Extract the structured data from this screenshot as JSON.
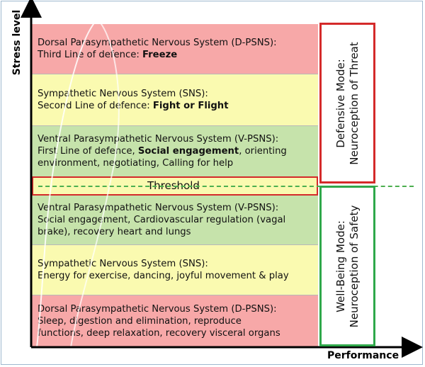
{
  "axes": {
    "y_label": "Stress level",
    "x_label": "Performance"
  },
  "bands": [
    {
      "line1": "Dorsal Parasympathetic Nervous System (D-PSNS):",
      "line2_prefix": "Third Line of defence: ",
      "line2_bold": "Freeze",
      "line2_suffix": "",
      "line3": "",
      "color": "#f7a8a8"
    },
    {
      "line1": "Sympathetic Nervous System (SNS):",
      "line2_prefix": "Second Line of defence: ",
      "line2_bold": "Fight or Flight",
      "line2_suffix": "",
      "line3": "",
      "color": "#fafab0"
    },
    {
      "line1": "Ventral Parasympathetic Nervous System (V-PSNS):",
      "line2_prefix": "First Line of defence, ",
      "line2_bold": "Social engagement",
      "line2_suffix": ", orienting",
      "line3": "environment, negotiating, Calling for help",
      "color": "#c6e3ab"
    },
    {
      "line1": "Ventral Parasympathetic Nervous System (V-PSNS):",
      "line2": "Social engagement, Cardiovascular regulation (vagal",
      "line3": "brake), recovery heart and lungs",
      "color": "#c6e3ab"
    },
    {
      "line1": "Sympathetic Nervous System (SNS):",
      "line2": "Energy for exercise, dancing, joyful movement & play",
      "color": "#fafab0"
    },
    {
      "line1": "Dorsal Parasympathetic Nervous System (D-PSNS):",
      "line2": "Sleep, digestion and elimination, reproduce",
      "line3": "functions, deep relaxation, recovery visceral organs",
      "line4": "",
      "color": "#f7a8a8"
    }
  ],
  "threshold": {
    "label": "Threshold",
    "line_color": "#4caf50",
    "box_color": "#d42a2a"
  },
  "modes": {
    "defensive": {
      "line1": "Defensive Mode:",
      "line2": "Neuroception of Threat",
      "color": "#d42a2a"
    },
    "wellbeing": {
      "line1": "Well-Being Mode:",
      "line2": "Neuroception of Safety",
      "color": "#2fa84a"
    }
  }
}
